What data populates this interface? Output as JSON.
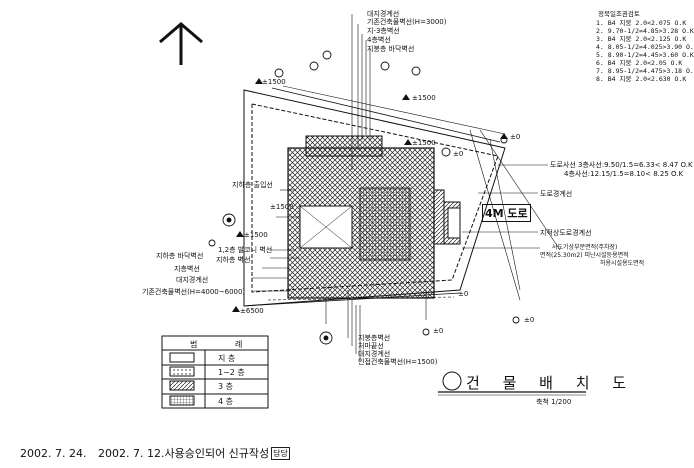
{
  "drawing": {
    "title": "건 물 배 치 도",
    "title_circle_mark": "",
    "scale_label": "축척 1/200",
    "north_label": "N",
    "road_tag": "4M 도로",
    "footer": {
      "date1": "2002. 7. 24.",
      "date2": "2002. 7. 12.",
      "note": "사용승인되어 신규작성",
      "stamp": "담당"
    }
  },
  "top_notes": [
    "대지경계선",
    "기존건축물벽선(H=3000)",
    "지-3층벽선",
    "4층벽선",
    "지붕층 바닥벽선"
  ],
  "left_notes": [
    "지하층 출입선",
    "1,2층 발코니 벽선",
    "지하층 바닥벽선",
    "지하층 벽선",
    "지층벽선",
    "대지경계선",
    "기존건축물벽선(H=4000~6000)"
  ],
  "bottom_notes": [
    "지붕층벽선",
    "처마끝선",
    "대지경계선",
    "인접건축물벽선(H=1500)"
  ],
  "right_notes": {
    "road_side_1": "도로사선 3층사선:9.50/1.5=6.33< 8.47 O.K",
    "road_side_2": "4층사선:12.15/1.5=8.10< 8.25 O.K",
    "road_boundary": "도로경계선",
    "setback": "지적상도로경계선",
    "fire_area": "사도기상부분면적(주차장)",
    "fire_area_2": "면적(25.30m2) 피난시설등용면적",
    "fire_area_3": "허용시설용도면적"
  },
  "checklist": {
    "header": "정북일조권검토",
    "rows": [
      "1. B4 지붕 2.0<2.075 O.K",
      "2. 9.70-1/2=4.85>3.28 O.K",
      "3. B4 지붕 2.0<2.125 O.K",
      "4. 8.05-1/2=4.025>3.90 O.K",
      "5. 8.90-1/2=4.45>3.60 O.K",
      "6. B4 지붕 2.0<2.05 O.K",
      "7. 8.95-1/2=4.475>3.18 O.K",
      "8. B4 지붕 2.0<2.630 O.K"
    ]
  },
  "elevations": [
    "±1500",
    "±1500",
    "±1500",
    "±0",
    "±0",
    "±1500",
    "±1500",
    "±0",
    "±6500",
    "±0",
    "±0"
  ],
  "legend": {
    "header_left": "범",
    "header_right": "례",
    "rows": [
      {
        "pattern": "blank",
        "label": "지 층"
      },
      {
        "pattern": "dots",
        "label": "1~2 층"
      },
      {
        "pattern": "hatch",
        "label": "3 층"
      },
      {
        "pattern": "grid",
        "label": "4 층"
      }
    ]
  }
}
